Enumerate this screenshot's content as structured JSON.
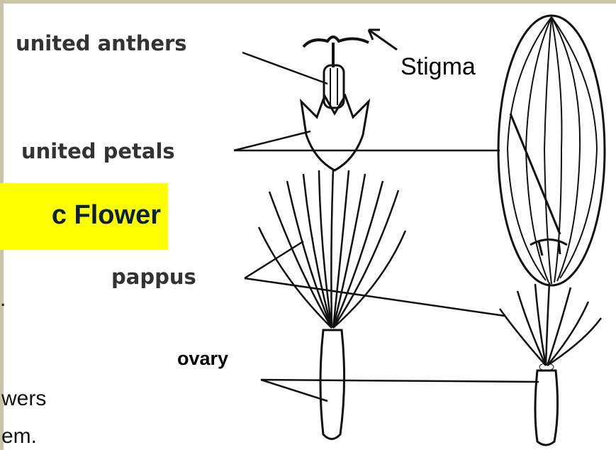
{
  "labels": {
    "united_anthers": "united anthers",
    "united_petals": "united petals",
    "pappus": "pappus",
    "ovary": "ovary",
    "stigma": "Stigma"
  },
  "highlight": {
    "text": "c Flower",
    "background": "#ffff00",
    "text_color": "#0b1f3f"
  },
  "body_fragments": {
    "line1": "wers",
    "line2": "em."
  }
}
